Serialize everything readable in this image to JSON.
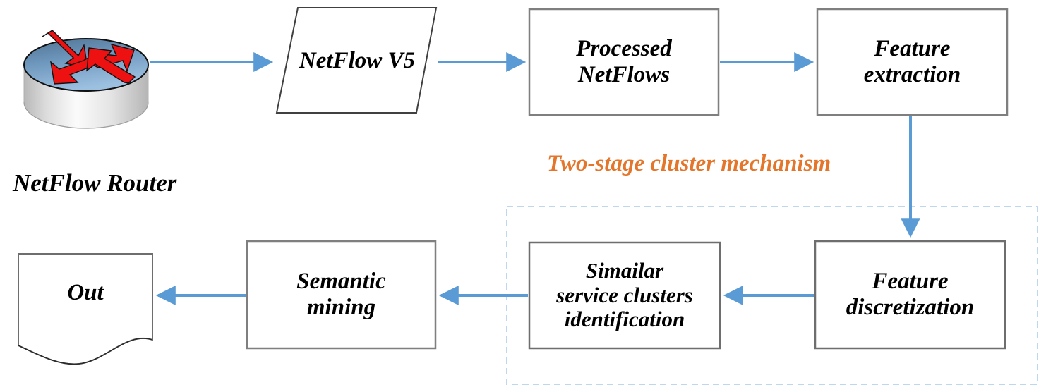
{
  "diagram": {
    "title": "NetFlow two-stage cluster mechanism pipeline",
    "colors": {
      "arrow": "#5B9BD5",
      "box_border": "#7F7F7F",
      "dashed_group_border": "#BDD7EE",
      "highlight_text": "#E4762C",
      "router_arrows": "#EE1111",
      "router_top_gradient_start": "#5B7E9E",
      "router_top_gradient_end": "#8FB4D6",
      "router_body": "#E6E6E6"
    }
  },
  "nodes": {
    "router": {
      "icon": "router-cylinder-icon",
      "caption": "NetFlow Router"
    },
    "netflow_v5": {
      "label": "NetFlow V5",
      "shape": "parallelogram"
    },
    "processed_netflows": {
      "label": "Processed\nNetFlows",
      "shape": "rectangle"
    },
    "feature_extraction": {
      "label": "Feature\nextraction",
      "shape": "rectangle"
    },
    "feature_discretization": {
      "label": "Feature\ndiscretization",
      "shape": "rectangle"
    },
    "similar_service_clusters": {
      "label": "Simailar\nservice clusters\nidentification",
      "shape": "rectangle"
    },
    "semantic_mining": {
      "label": "Semantic\nmining",
      "shape": "rectangle"
    },
    "out": {
      "label": "Out",
      "shape": "document"
    }
  },
  "groups": {
    "two_stage": {
      "label": "Two-stage cluster mechanism",
      "style": "dashed"
    }
  },
  "edges": [
    {
      "name": "router-to-netflow-v5",
      "from": "router",
      "to": "netflow_v5",
      "direction": "right"
    },
    {
      "name": "netflow-v5-to-processed",
      "from": "netflow_v5",
      "to": "processed_netflows",
      "direction": "right"
    },
    {
      "name": "processed-to-feature-extraction",
      "from": "processed_netflows",
      "to": "feature_extraction",
      "direction": "right"
    },
    {
      "name": "feature-extraction-to-discretization",
      "from": "feature_extraction",
      "to": "feature_discretization",
      "direction": "down"
    },
    {
      "name": "discretization-to-similar",
      "from": "feature_discretization",
      "to": "similar_service_clusters",
      "direction": "left"
    },
    {
      "name": "similar-to-semantic-mining",
      "from": "similar_service_clusters",
      "to": "semantic_mining",
      "direction": "left"
    },
    {
      "name": "semantic-mining-to-out",
      "from": "semantic_mining",
      "to": "out",
      "direction": "left"
    }
  ]
}
